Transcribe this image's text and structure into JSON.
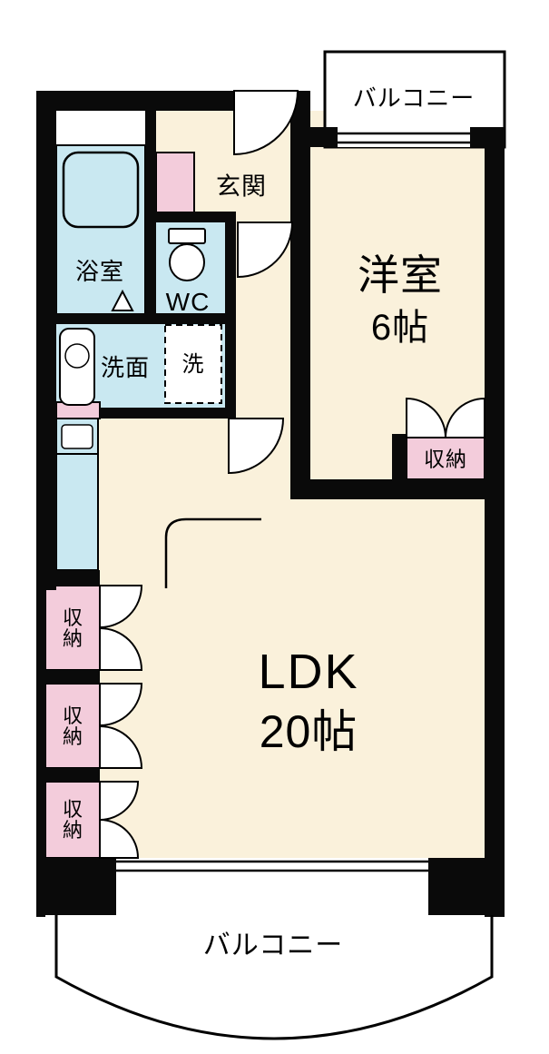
{
  "palette": {
    "room": "#FAF1DB",
    "wet": "#C9E8F1",
    "closet": "#F3CCDB",
    "wall": "#0A0A0A"
  },
  "floorplan": {
    "balcony_top": "バルコニー",
    "balcony_bottom": "バルコニー",
    "entrance": "玄関",
    "bathroom": "浴室",
    "toilet": "WC",
    "washroom": "洗面",
    "laundry": "洗",
    "western_room_name": "洋室",
    "western_room_size": "6帖",
    "storage_right": "収納",
    "closet_1": "収納",
    "closet_2": "収納",
    "closet_3": "収納",
    "ldk_name": "LDK",
    "ldk_size": "20帖"
  }
}
